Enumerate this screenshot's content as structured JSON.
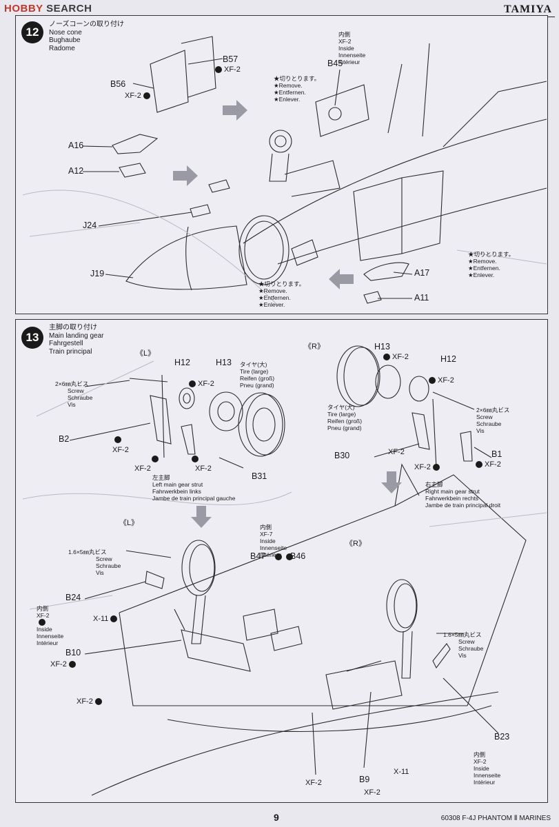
{
  "header": {
    "site_logo_prefix": "HOBBY",
    "site_logo_suffix": " SEARCH",
    "brand": "TAMIYA"
  },
  "step12": {
    "number": "12",
    "title_jp": "ノーズコーンの取り付け",
    "title_en": "Nose cone",
    "title_de": "Bughaube",
    "title_fr": "Radome",
    "parts": {
      "b57": "B57",
      "b56": "B56",
      "b45": "B45",
      "a16": "A16",
      "a12": "A12",
      "j24": "J24",
      "j19": "J19",
      "a17": "A17",
      "a11": "A11"
    },
    "paint": {
      "xf2": "XF-2"
    },
    "inside": {
      "jp": "内側",
      "color": "XF-2",
      "en": "Inside",
      "de": "Innenseite",
      "fr": "Intérieur"
    },
    "remove": {
      "jp": "★切りとります。",
      "en": "★Remove.",
      "de": "★Entfernen.",
      "fr": "★Enlever."
    }
  },
  "step13": {
    "number": "13",
    "title_jp": "主脚の取り付け",
    "title_en": "Main landing gear",
    "title_de": "Fahrgestell",
    "title_fr": "Train principal",
    "left_mark": "《L》",
    "right_mark": "《R》",
    "parts": {
      "h12": "H12",
      "h13": "H13",
      "b2": "B2",
      "b31": "B31",
      "b30": "B30",
      "b1": "B1",
      "b47": "B47",
      "b46": "B46",
      "b24": "B24",
      "b10": "B10",
      "b23": "B23",
      "b9": "B9",
      "x11": "X-11"
    },
    "paint": {
      "xf2": "XF-2",
      "xf7": "XF-7"
    },
    "screw_2x6": {
      "jp": "2×6㎜丸ビス",
      "en": "Screw",
      "de": "Schraube",
      "fr": "Vis"
    },
    "screw_16x5": {
      "jp": "1.6×5㎜丸ビス",
      "en": "Screw",
      "de": "Schraube",
      "fr": "Vis"
    },
    "tire_large": {
      "jp": "タイヤ(大)",
      "en": "Tire (large)",
      "de": "Reifen (groß)",
      "fr": "Pneu (grand)"
    },
    "left_strut": {
      "jp": "左主脚",
      "en": "Left main gear strut",
      "de": "Fahrwerkbein links",
      "fr": "Jambe de train principal gauche"
    },
    "right_strut": {
      "jp": "右主脚",
      "en": "Right main gear strut",
      "de": "Fahrwerkbein rechts",
      "fr": "Jambe de train principal droit"
    },
    "inside_xf7": {
      "jp": "内側",
      "color": "XF-7",
      "en": "Inside",
      "de": "Innenseite",
      "fr": "Intérieur"
    },
    "inside_xf2": {
      "jp": "内側",
      "color": "XF-2",
      "en": "Inside",
      "de": "Innenseite",
      "fr": "Intérieur"
    }
  },
  "footer": {
    "page_number": "9",
    "product": "60308 F-4J PHANTOM Ⅱ MARINES"
  }
}
